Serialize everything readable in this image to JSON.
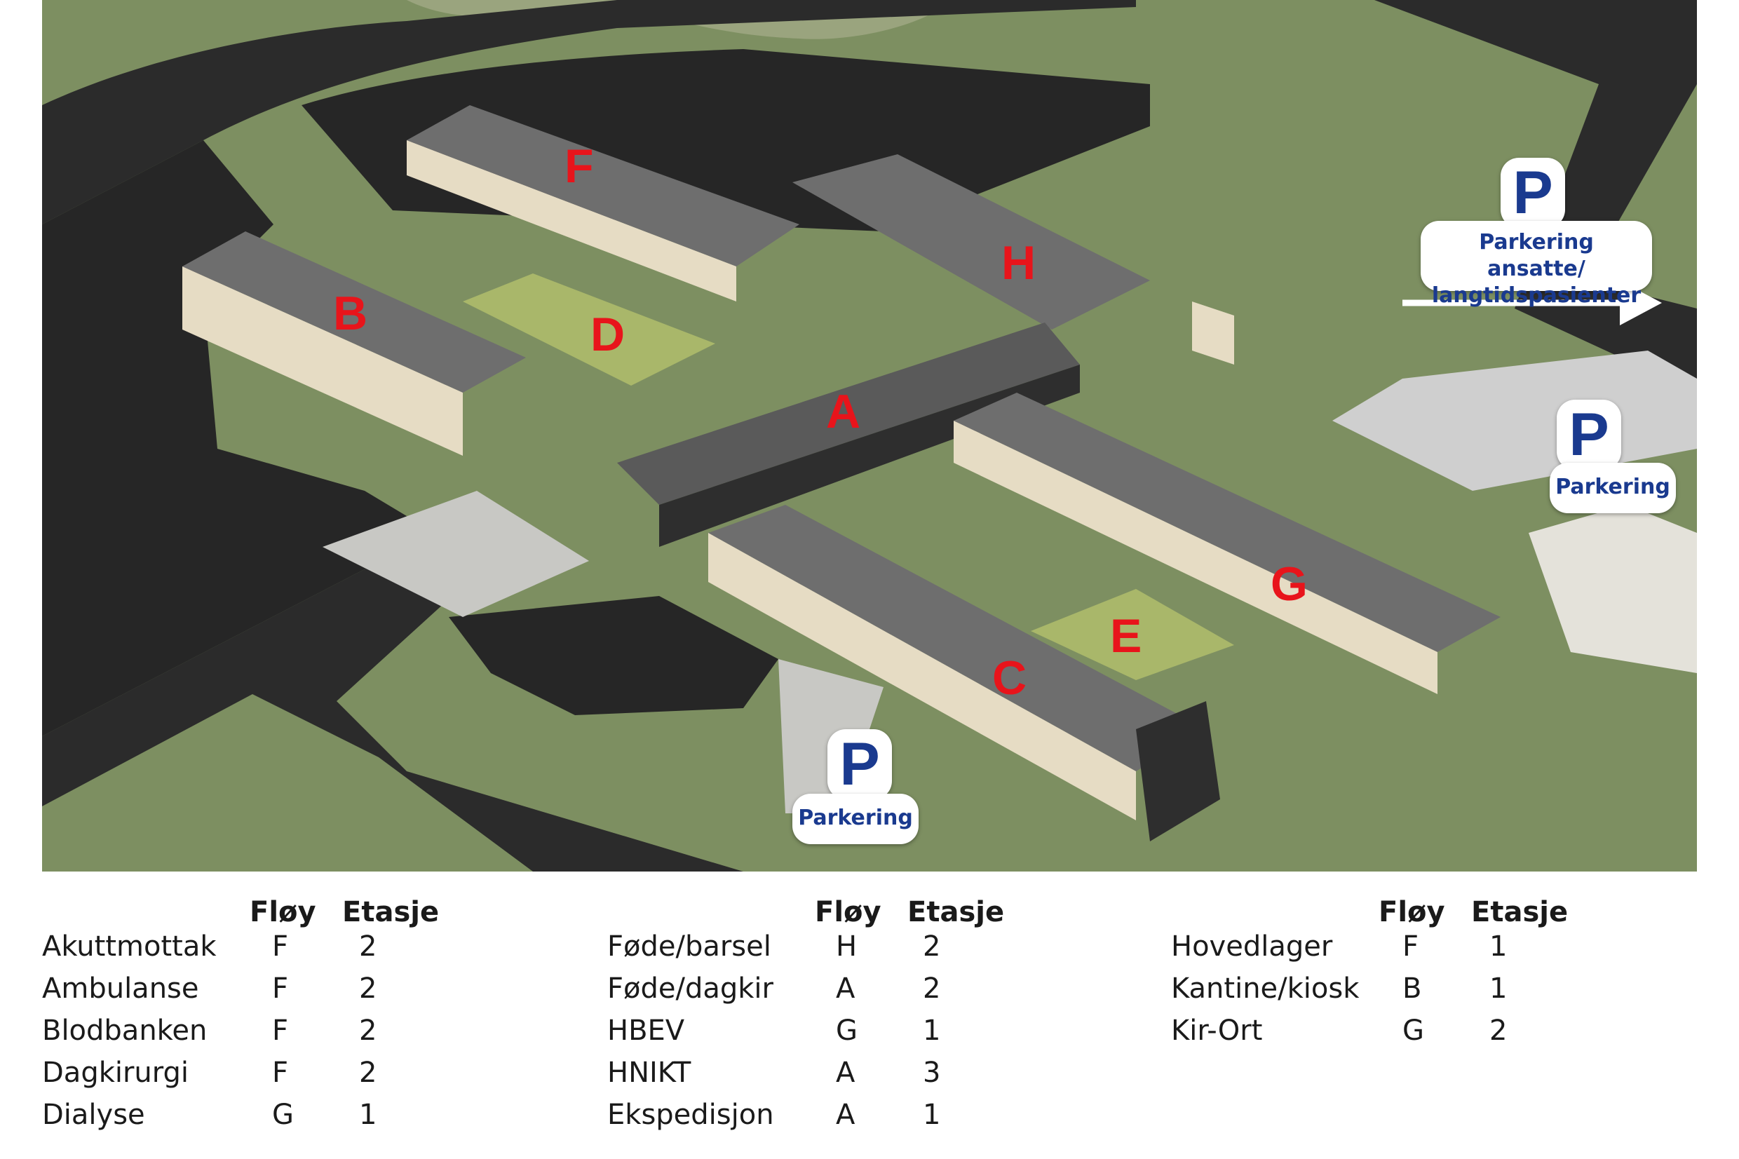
{
  "map": {
    "wing_labels": [
      "F",
      "B",
      "D",
      "H",
      "A",
      "G",
      "E",
      "C"
    ],
    "parking": [
      {
        "letter": "P",
        "label": "Parkering ansatte/ langtidspasienter"
      },
      {
        "letter": "P",
        "label": "Parkering"
      },
      {
        "letter": "P",
        "label": "Parkering"
      }
    ],
    "colors": {
      "wing_label": "#e8141b",
      "parking_text": "#1a3a8f",
      "grass": "#7d8f61",
      "road": "#2a2a2a",
      "roof": "#6b6b6b"
    }
  },
  "legend": {
    "header_wing": "Fløy",
    "header_floor": "Etasje",
    "columns": [
      [
        {
          "name": "Akuttmottak",
          "wing": "F",
          "floor": "2"
        },
        {
          "name": "Ambulanse",
          "wing": "F",
          "floor": "2"
        },
        {
          "name": "Blodbanken",
          "wing": "F",
          "floor": "2"
        },
        {
          "name": "Dagkirurgi",
          "wing": "F",
          "floor": "2"
        },
        {
          "name": "Dialyse",
          "wing": "G",
          "floor": "1"
        }
      ],
      [
        {
          "name": "Føde/barsel",
          "wing": "H",
          "floor": "2"
        },
        {
          "name": "Føde/dagkir",
          "wing": "A",
          "floor": "2"
        },
        {
          "name": "HBEV",
          "wing": "G",
          "floor": "1"
        },
        {
          "name": "HNIKT",
          "wing": "A",
          "floor": "3"
        },
        {
          "name": "Ekspedisjon",
          "wing": "A",
          "floor": "1"
        }
      ],
      [
        {
          "name": "Hovedlager",
          "wing": "F",
          "floor": "1"
        },
        {
          "name": "Kantine/kiosk",
          "wing": "B",
          "floor": "1"
        },
        {
          "name": "Kir-Ort",
          "wing": "G",
          "floor": "2"
        }
      ]
    ]
  }
}
